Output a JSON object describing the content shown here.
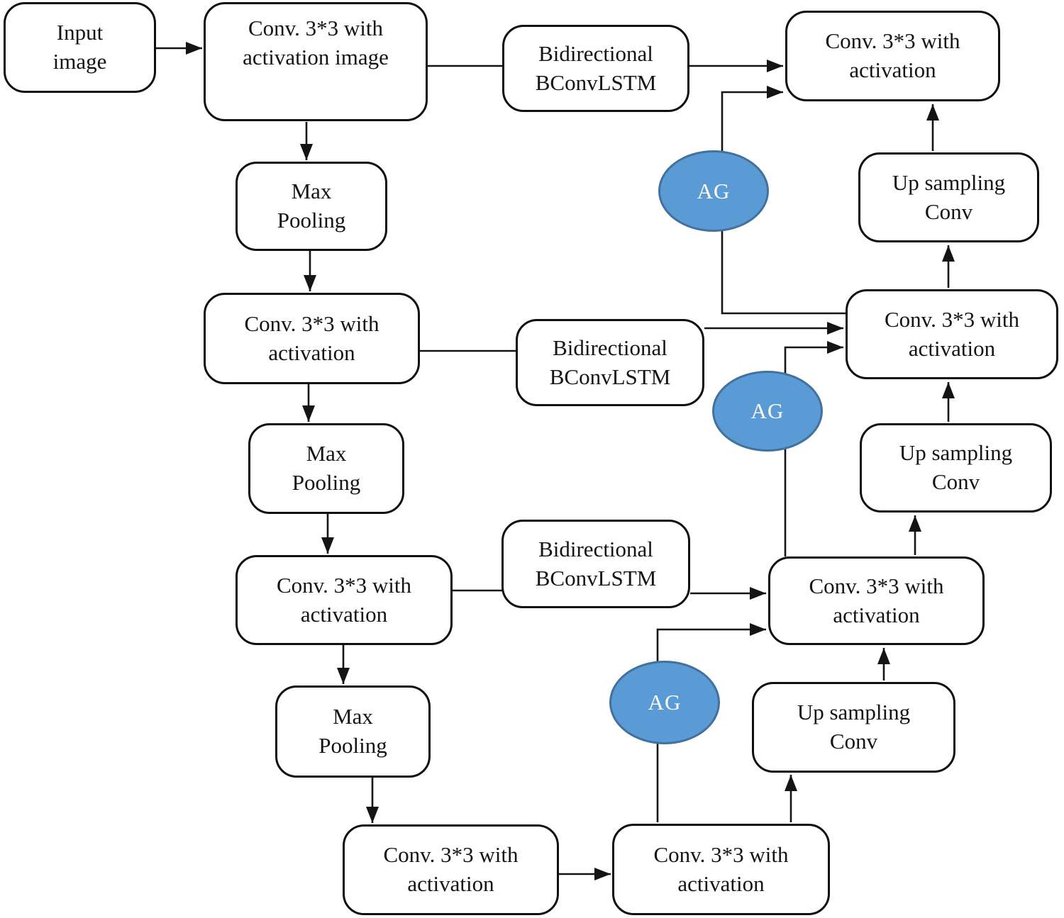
{
  "figure": {
    "background_color": "#ffffff",
    "line_color": "#141414",
    "attention_gate_fill": "#5b9bd5",
    "attention_gate_border": "#41719c"
  },
  "nodes": {
    "input": {
      "line1": "Input",
      "line2": "image"
    },
    "enc_conv1": {
      "line1": "Conv. 3*3 with",
      "line2": "activation image"
    },
    "pool1": {
      "line1": "Max",
      "line2": "Pooling"
    },
    "enc_conv2": {
      "line1": "Conv. 3*3 with",
      "line2": "activation"
    },
    "pool2": {
      "line1": "Max",
      "line2": "Pooling"
    },
    "enc_conv3": {
      "line1": "Conv. 3*3 with",
      "line2": "activation"
    },
    "pool3": {
      "line1": "Max",
      "line2": "Pooling"
    },
    "enc_conv4": {
      "line1": "Conv. 3*3 with",
      "line2": "activation"
    },
    "bottleneck_conv": {
      "line1": "Conv. 3*3 with",
      "line2": "activation"
    },
    "lstm1": {
      "line1": "Bidirectional",
      "line2": "BConvLSTM"
    },
    "lstm2": {
      "line1": "Bidirectional",
      "line2": "BConvLSTM"
    },
    "lstm3": {
      "line1": "Bidirectional",
      "line2": "BConvLSTM"
    },
    "dec_conv1": {
      "line1": "Conv. 3*3 with",
      "line2": "activation"
    },
    "dec_conv2": {
      "line1": "Conv. 3*3 with",
      "line2": "activation"
    },
    "dec_conv3": {
      "line1": "Conv. 3*3 with",
      "line2": "activation"
    },
    "up1": {
      "line1": "Up sampling",
      "line2": "Conv"
    },
    "up2": {
      "line1": "Up sampling",
      "line2": "Conv"
    },
    "up3": {
      "line1": "Up sampling",
      "line2": "Conv"
    },
    "ag1": {
      "label": "AG"
    },
    "ag2": {
      "label": "AG"
    },
    "ag3": {
      "label": "AG"
    }
  }
}
